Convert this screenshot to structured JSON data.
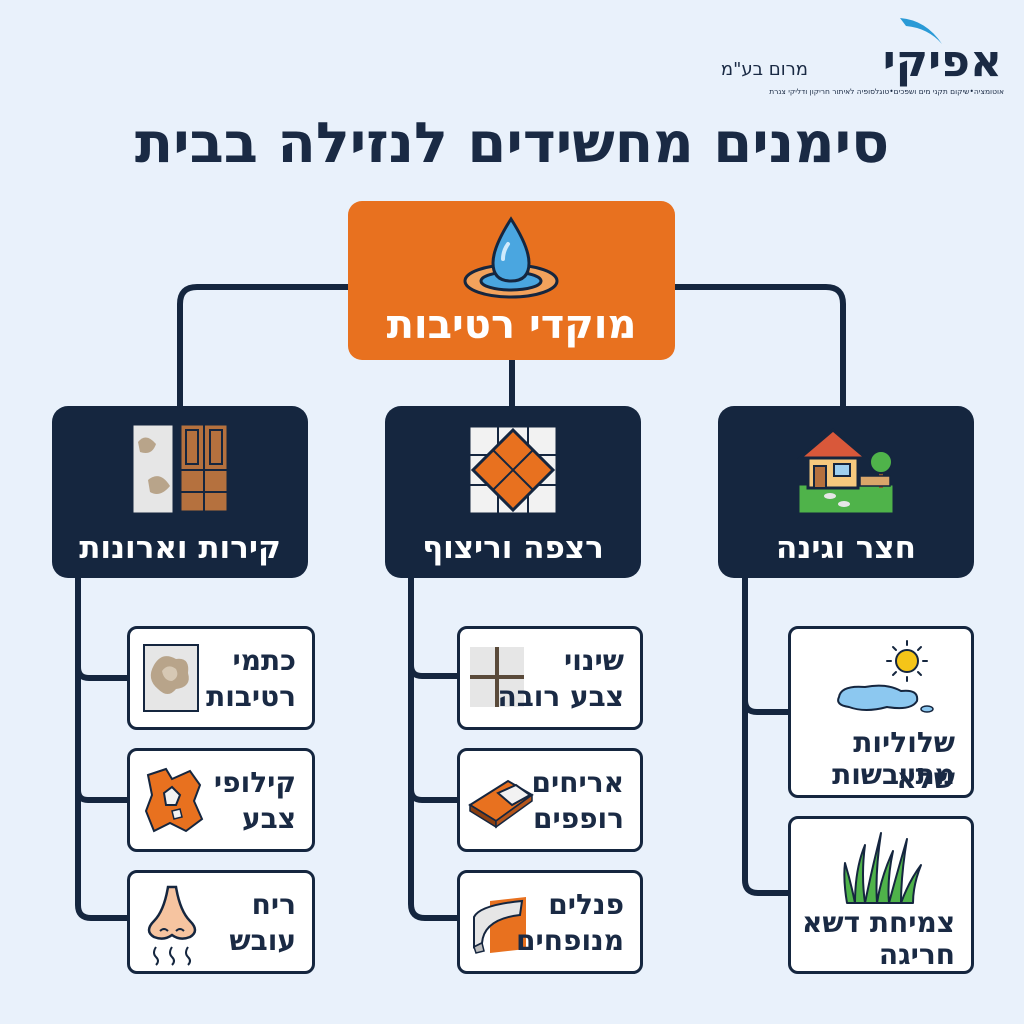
{
  "logo": {
    "name": "אפיקי",
    "sub": "מרום בע\"מ",
    "tagline": "אוטומציה•שיקום תקני מים ושפכים•טוגלסופיה לאיתור חריקון ודליקי צנרת"
  },
  "title": "סימנים מחשידים לנזילה בבית",
  "root": {
    "label": "מוקדי רטיבות",
    "icon": "water-drop-icon"
  },
  "categories": [
    {
      "label": "קירות וארונות",
      "icon": "wall-cabinet-icon",
      "items": [
        {
          "line1": "כתמי",
          "line2": "רטיבות",
          "icon": "stain-icon"
        },
        {
          "line1": "קילופי",
          "line2": "צבע",
          "icon": "peeling-paint-icon"
        },
        {
          "line1": "ריח",
          "line2": "עובש",
          "icon": "nose-icon"
        }
      ]
    },
    {
      "label": "רצפה וריצוף",
      "icon": "tiles-icon",
      "items": [
        {
          "line1": "שינוי",
          "line2": "צבע רובה",
          "icon": "grout-icon"
        },
        {
          "line1": "אריחים",
          "line2": "רופפים",
          "icon": "loose-tile-icon"
        },
        {
          "line1": "פנלים",
          "line2": "מנופחים",
          "icon": "baseboard-icon"
        }
      ]
    },
    {
      "label": "חצר וגינה",
      "icon": "house-garden-icon",
      "items": [
        {
          "line1": "שלוליות שלא",
          "line2": "מתייבשות",
          "icon": "puddle-sun-icon"
        },
        {
          "line1": "צמיחת דשא",
          "line2": "חריגה",
          "icon": "grass-icon"
        }
      ]
    }
  ],
  "colors": {
    "navy": "#15263f",
    "orange": "#e8711f",
    "background": "#e9f1fb"
  }
}
